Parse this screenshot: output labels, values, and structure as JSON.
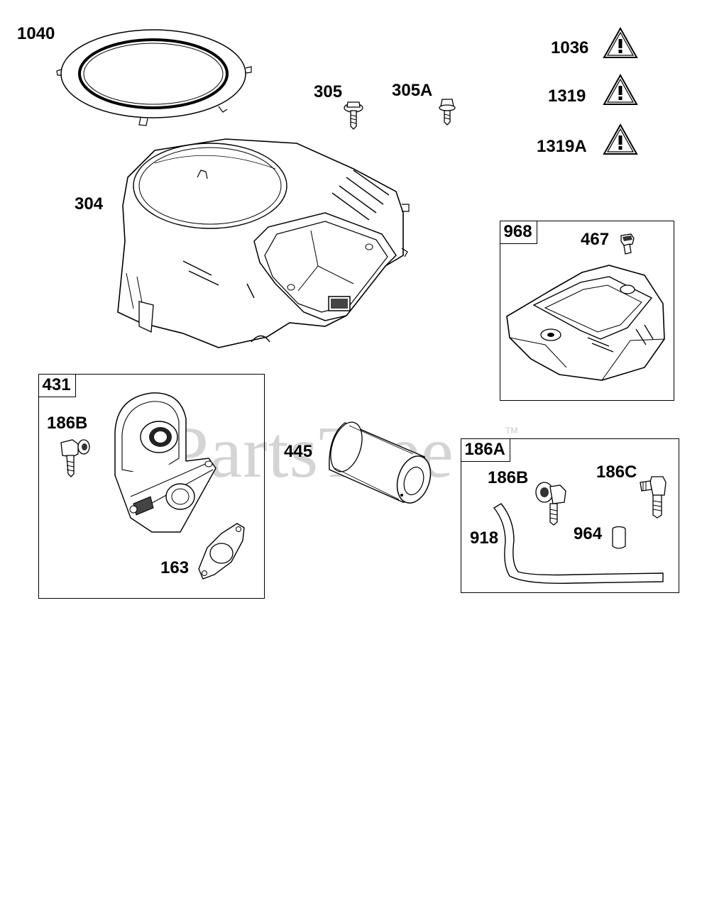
{
  "watermark": {
    "text": "PartsTree",
    "tm": "TM"
  },
  "parts": {
    "p1040": "1040",
    "p305": "305",
    "p305A": "305A",
    "p1036": "1036",
    "p1319": "1319",
    "p1319A": "1319A",
    "p304": "304",
    "p467": "467",
    "p186B_left": "186B",
    "p445": "445",
    "p163": "163",
    "p186B_right": "186B",
    "p186C": "186C",
    "p918": "918",
    "p964": "964"
  },
  "kits": {
    "k968": "968",
    "k431": "431",
    "k186A": "186A"
  },
  "icons": {
    "warning": "warning-triangle-icon"
  }
}
